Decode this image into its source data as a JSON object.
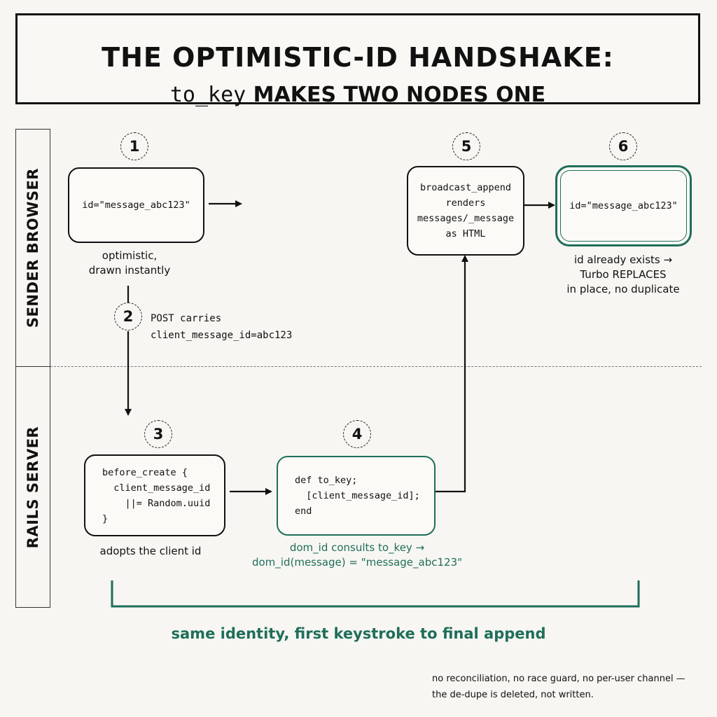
{
  "title": {
    "line1": "THE OPTIMISTIC-ID HANDSHAKE:",
    "line2_code": "to_key",
    "line2_rest": " MAKES TWO NODES ONE"
  },
  "lanes": {
    "top": "SENDER BROWSER",
    "bottom": "RAILS SERVER"
  },
  "steps": {
    "s1": {
      "badge": "1",
      "box": "id=\"message_abc123\"",
      "caption": "optimistic,\ndrawn instantly"
    },
    "s2": {
      "badge": "2",
      "caption": "POST carries\nclient_message_id=abc123"
    },
    "s3": {
      "badge": "3",
      "box": "before_create {\n  client_message_id\n    ||= Random.uuid\n}",
      "caption": "adopts the client id"
    },
    "s4": {
      "badge": "4",
      "box": "def to_key;\n  [client_message_id];\nend",
      "caption": "dom_id consults to_key →\ndom_id(message) = \"message_abc123\""
    },
    "s5": {
      "badge": "5",
      "box": "broadcast_append\nrenders\nmessages/_message\nas HTML"
    },
    "s6": {
      "badge": "6",
      "box": "id=\"message_abc123\"",
      "caption": "id already exists →\nTurbo REPLACES\nin place, no duplicate"
    }
  },
  "summary": "same identity, first keystroke to final append",
  "footnote": "no reconciliation, no race guard, no per-user channel —\nthe de-dupe is deleted, not written.",
  "colors": {
    "accent": "#1f6e5a",
    "ink": "#111111",
    "background": "#f7f6f2"
  }
}
